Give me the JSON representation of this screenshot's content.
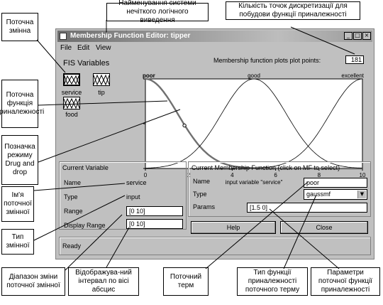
{
  "window": {
    "title": "Membership Function Editor: tipper",
    "controls": [
      "_",
      "□",
      "×"
    ],
    "menu": [
      "File",
      "Edit",
      "View"
    ]
  },
  "fis_variables": {
    "label": "FIS Variables",
    "inputs": [
      "service",
      "food"
    ],
    "outputs": [
      "tip"
    ]
  },
  "plot_points": {
    "label": "Membership function plots plot points:",
    "value": "181"
  },
  "current_variable": {
    "title": "Current Variable",
    "name_label": "Name",
    "name_value": "service",
    "type_label": "Type",
    "type_value": "input",
    "range_label": "Range",
    "range_value": "[0 10]",
    "display_range_label": "Display Range",
    "display_range_value": "[0 10]"
  },
  "current_mf": {
    "title": "Current Membership Function (click on MF to select)",
    "name_label": "Name",
    "name_value": "poor",
    "type_label": "Type",
    "type_value": "gaussmf",
    "params_label": "Params",
    "params_value": "[1.5 0]"
  },
  "buttons": {
    "help": "Help",
    "close": "Close"
  },
  "status": "Ready",
  "chart_data": {
    "type": "line",
    "xlabel": "input variable \"service\"",
    "ylabel": "",
    "xlim": [
      0,
      10
    ],
    "ylim": [
      0,
      1
    ],
    "x_ticks": [
      0,
      2,
      4,
      6,
      8,
      10
    ],
    "y_ticks": [
      0,
      0.5,
      1
    ],
    "series": [
      {
        "name": "poor",
        "kind": "gaussmf",
        "params": [
          1.5,
          0
        ],
        "selected": true
      },
      {
        "name": "good",
        "kind": "gaussmf",
        "params": [
          1.5,
          5
        ],
        "selected": false
      },
      {
        "name": "excellent",
        "kind": "gaussmf",
        "params": [
          1.5,
          10
        ],
        "selected": false
      }
    ],
    "drag_marker": {
      "x": 1.8,
      "y": 0.48
    }
  },
  "annotations": {
    "fis_name": "Найменування системи нечіткого логічного виведення",
    "plot_points": "Кількість точок дискретизації для побудови функції приналежності",
    "current_variable": "Поточна змінна",
    "current_mf": "Поточна функція приналежності",
    "drag_mode": "Позначка режиму Drug and drop",
    "variable_name": "Ім'я поточної змінної",
    "variable_type": "Тип змінної",
    "range": "Діапазон зміни поточної змінної",
    "display_range": "Відображува-ний інтервал по вісі абсцис",
    "current_term": "Поточний терм",
    "mf_type": "Тип функції приналежності поточного терму",
    "mf_params": "Параметри поточної функції приналежності"
  }
}
